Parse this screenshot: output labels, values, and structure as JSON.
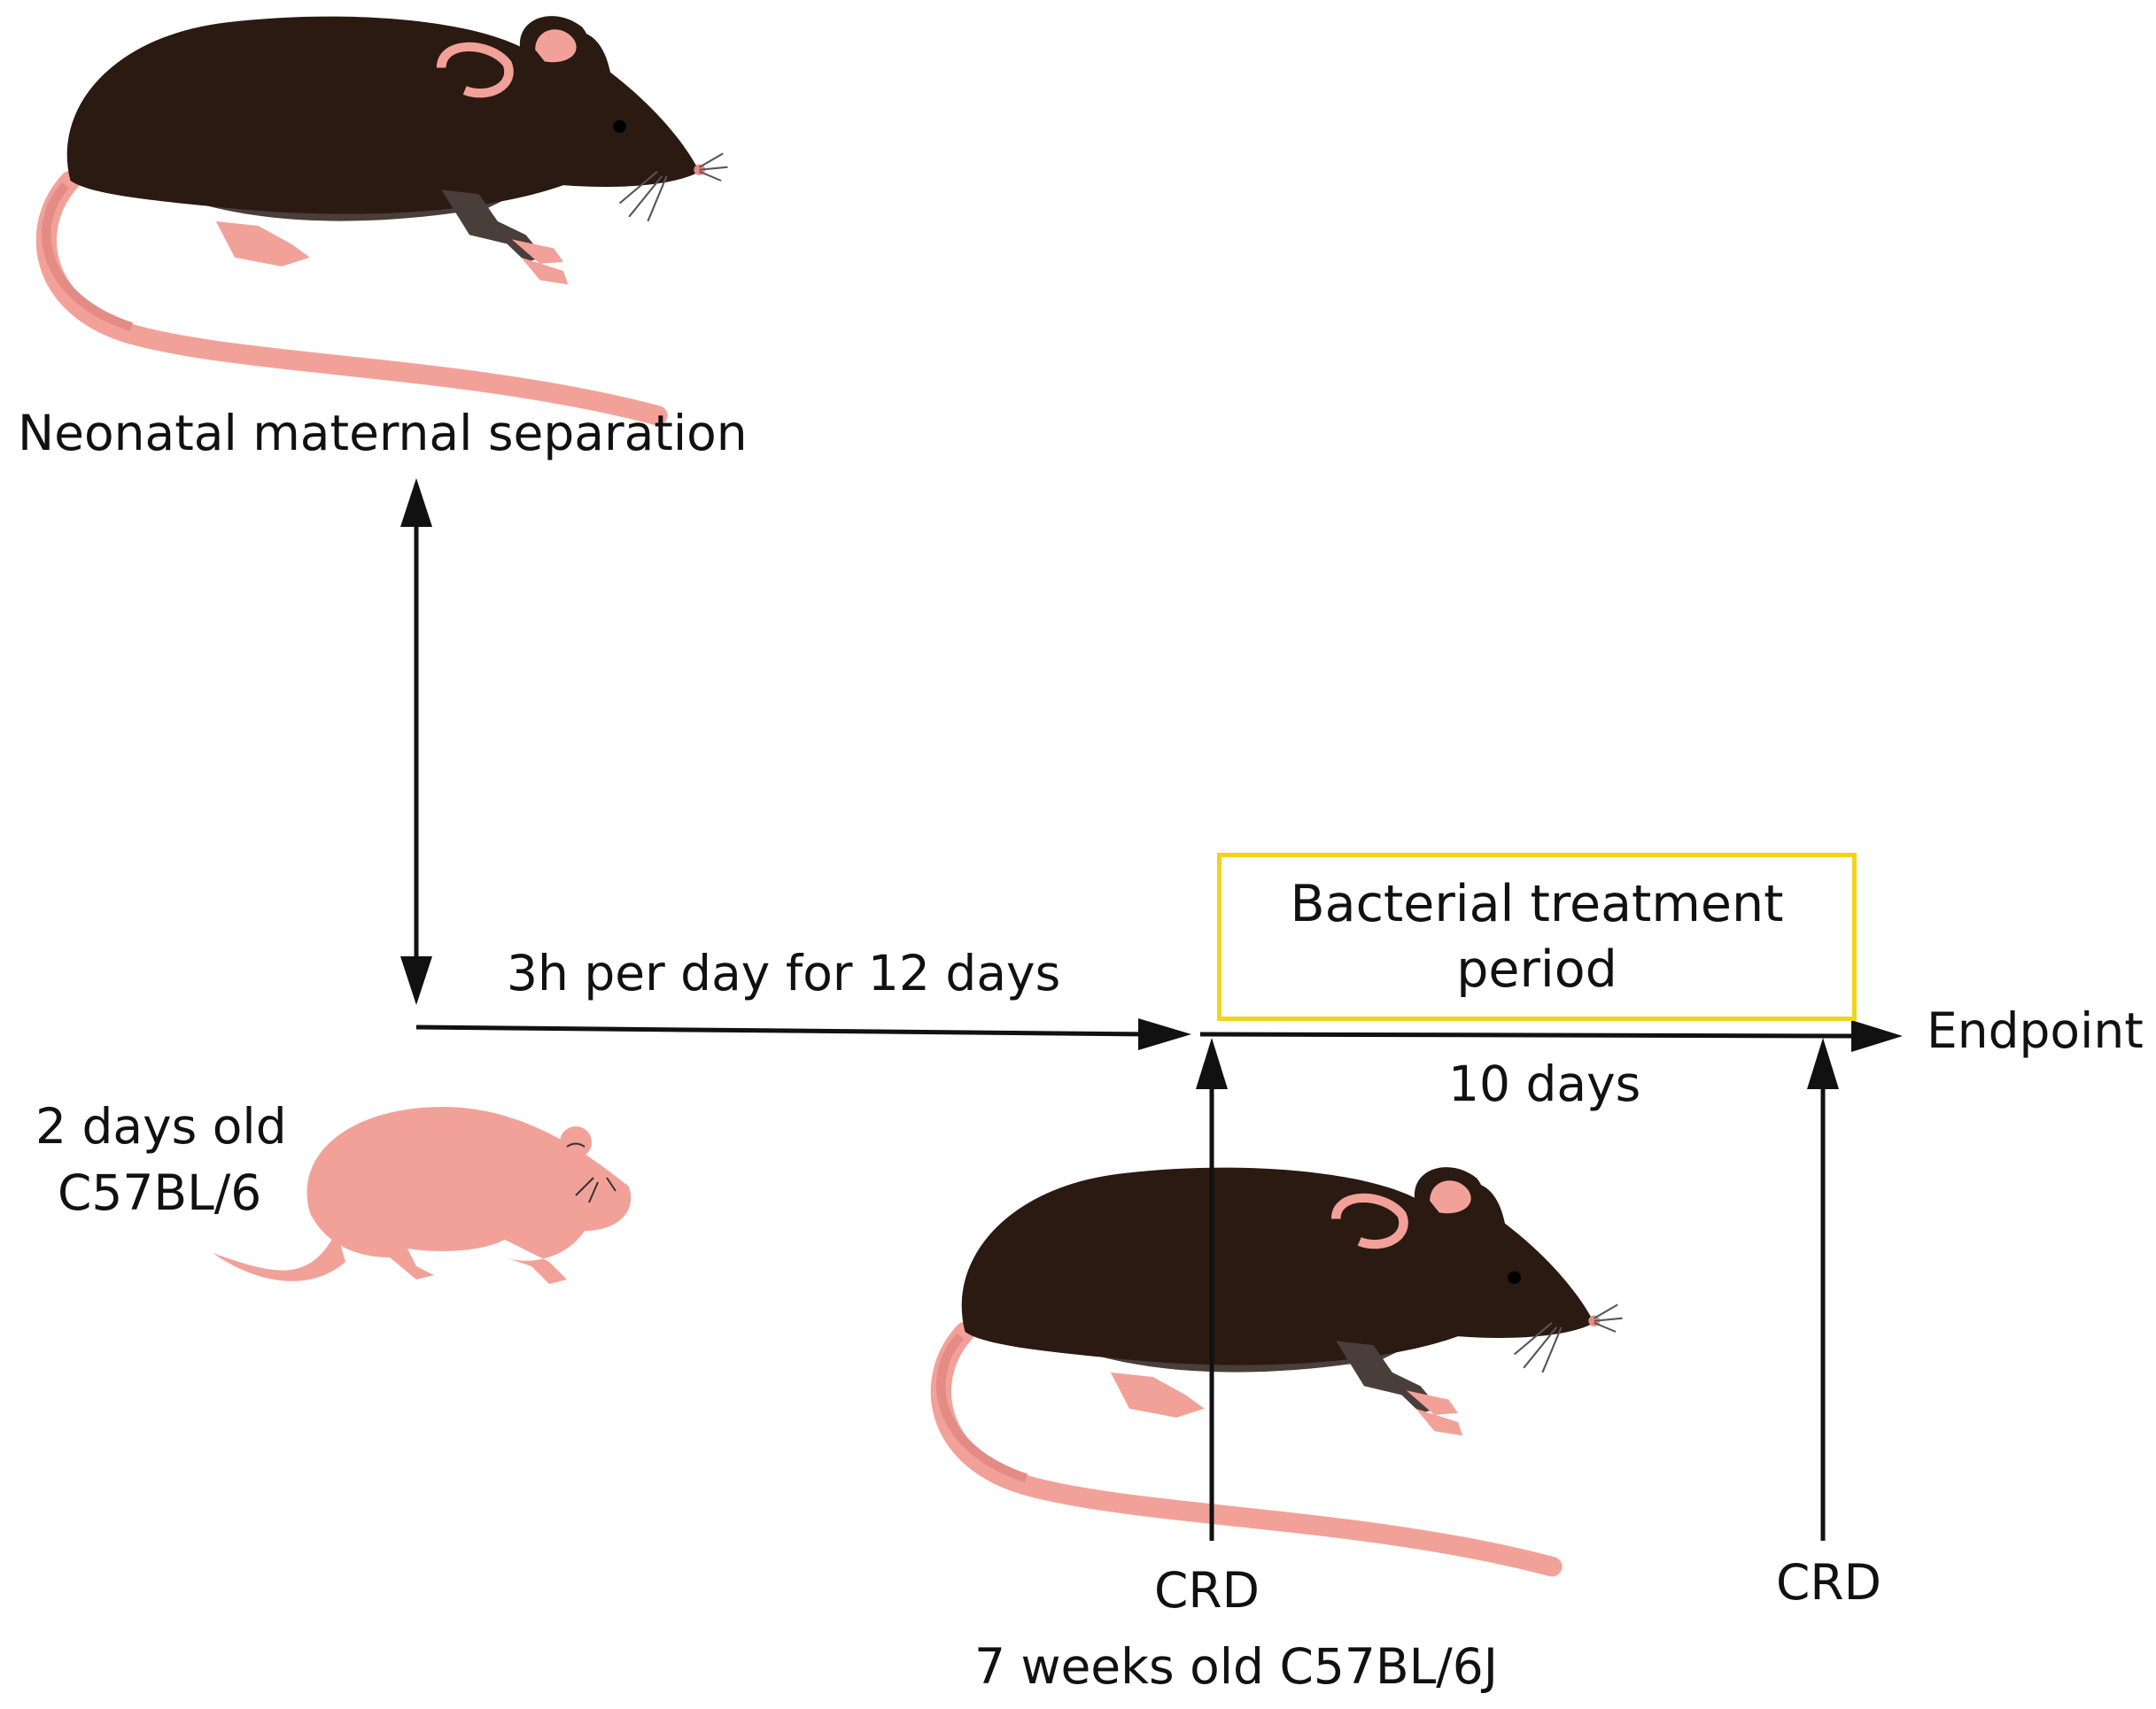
{
  "labels": {
    "neonatal": "Neonatal  maternal separation",
    "separation_schedule": "3h per day for 12 days",
    "pup_age": "2 days old",
    "pup_strain": "C57BL/6",
    "treatment_period": "Bacterial treatment period",
    "duration": "10 days",
    "endpoint": "Endpoint",
    "crd_start": "CRD",
    "crd_end": "CRD",
    "adult_mouse": "7 weeks old C57BL/6J"
  },
  "colors": {
    "fur": "#2b1a12",
    "belly": "#4a3e3b",
    "pink": "#f2a199",
    "pink_dark": "#e58b85",
    "arrow": "#111111",
    "box_border": "#f2d31b"
  },
  "icons": [
    "adult-mouse-icon",
    "newborn-pup-icon",
    "arrow-icon"
  ]
}
